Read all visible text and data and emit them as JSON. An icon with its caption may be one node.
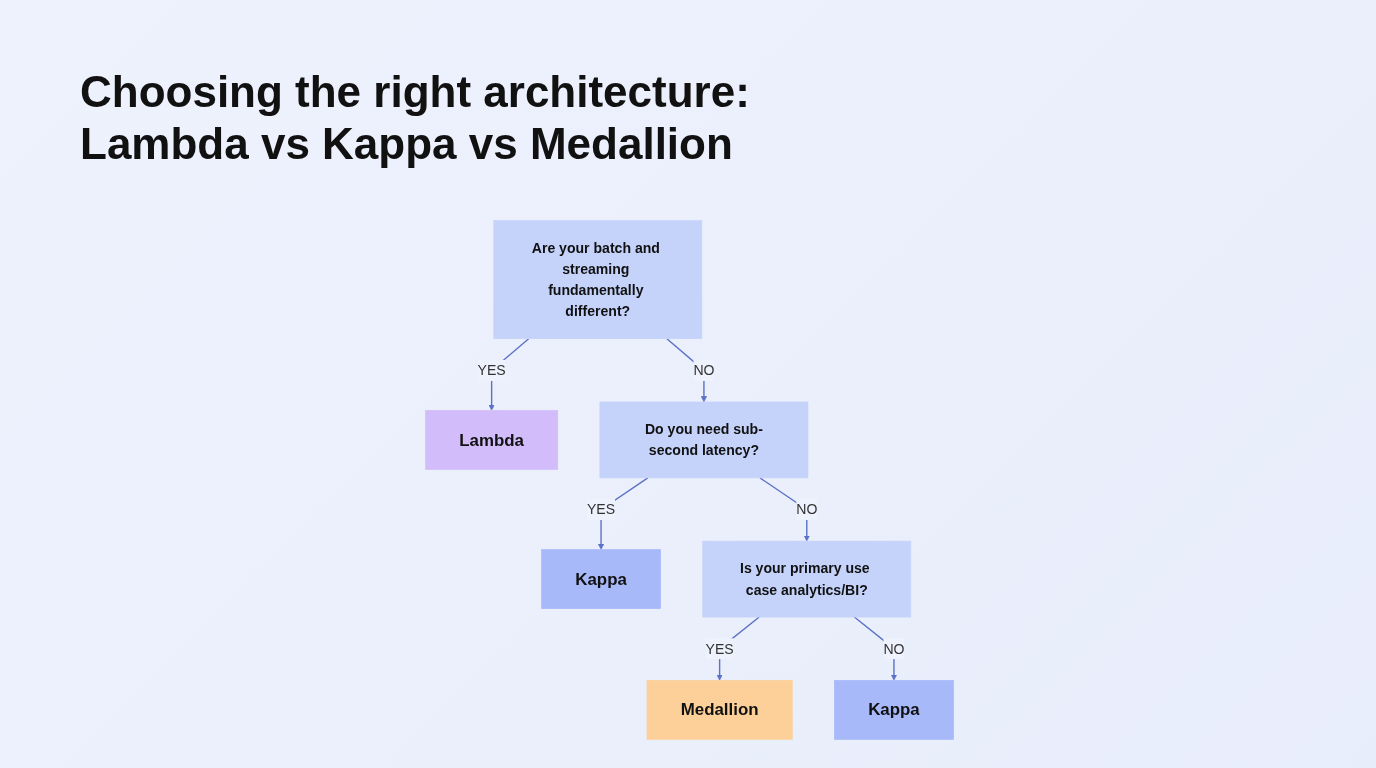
{
  "diagram": {
    "title": "Choosing the right architecture: Lambda vs Kappa vs Medallion",
    "nodes": [
      {
        "text": [
          "Are your batch and streaming fundamentally different?"
        ]
      },
      {
        "text": [
          "Lambda"
        ]
      },
      {
        "text": [
          "Do you need sub-second latency?"
        ]
      },
      {
        "text": [
          "Kappa"
        ]
      },
      {
        "text": [
          "Is your primary use case analytics/BI?"
        ]
      },
      {
        "text": [
          "Medallion"
        ]
      },
      {
        "text": [
          "Kappa"
        ]
      }
    ],
    "edges": [
      {
        "from": 0,
        "to": 1,
        "arrow": "to",
        "label": "YES"
      },
      {
        "from": 0,
        "to": 2,
        "arrow": "to",
        "label": "NO"
      },
      {
        "from": 2,
        "to": 3,
        "arrow": "to",
        "label": "YES"
      },
      {
        "from": 2,
        "to": 4,
        "arrow": "to",
        "label": "NO"
      },
      {
        "from": 4,
        "to": 5,
        "arrow": "to",
        "label": "YES"
      },
      {
        "from": 4,
        "to": 6,
        "arrow": "to",
        "label": "NO"
      }
    ]
  }
}
